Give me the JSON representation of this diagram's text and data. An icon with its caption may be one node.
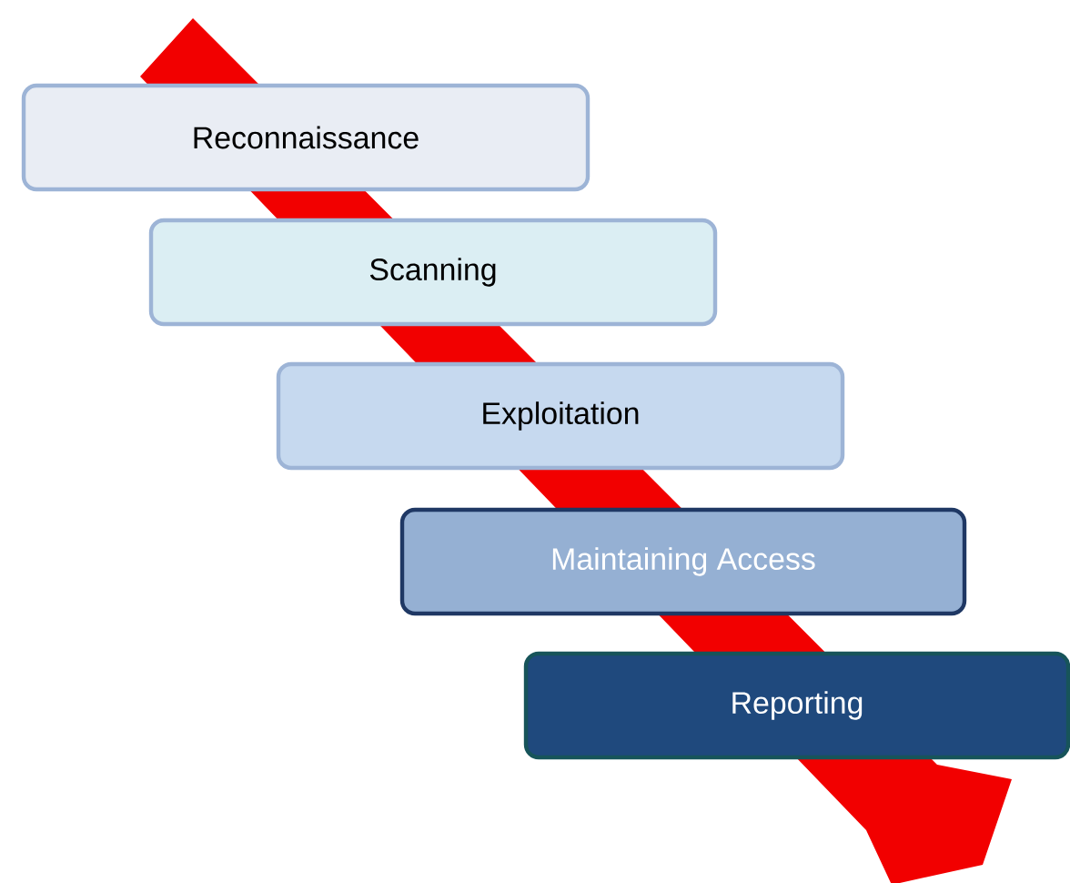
{
  "diagram": {
    "nodes": [
      {
        "text": [
          "Reconnaissance"
        ]
      },
      {
        "text": [
          "Scanning"
        ]
      },
      {
        "text": [
          "Exploitation"
        ]
      },
      {
        "text": [
          "Maintaining Access"
        ]
      },
      {
        "text": [
          "Reporting"
        ]
      }
    ]
  }
}
